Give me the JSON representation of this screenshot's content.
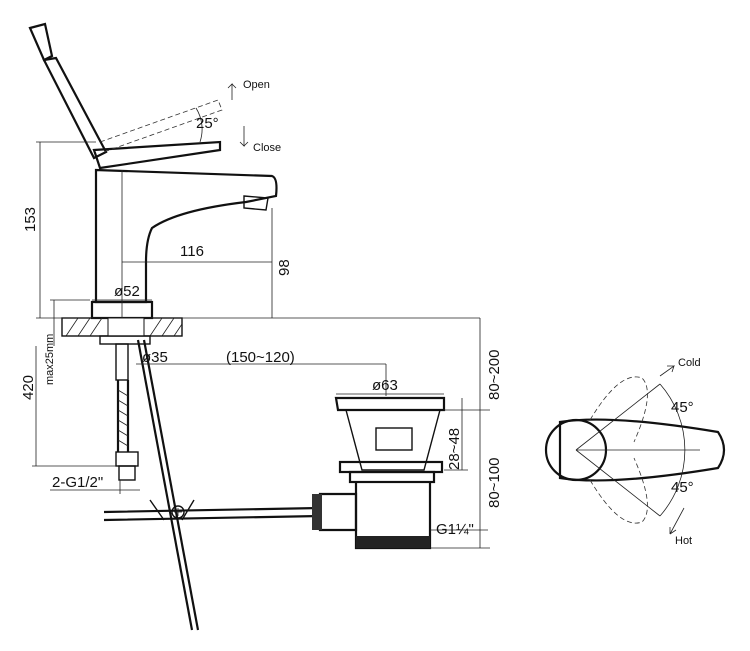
{
  "labels": {
    "open": "Open",
    "close": "Close",
    "angle_lever": "25°",
    "height_total": "153",
    "spout_reach": "116",
    "spout_height": "98",
    "base_diameter": "ø52",
    "hole_diameter": "ø35",
    "waste_offset": "(150~120)",
    "waste_diameter": "ø63",
    "hose_length": "420",
    "max_thickness": "max25mm",
    "waste_range_upper": "80~200",
    "waste_range_lower": "80~100",
    "flange_range": "28~48",
    "inlet_thread": "2-G1/2\"",
    "waste_thread": "G1¼\"",
    "cold": "Cold",
    "hot": "Hot",
    "angle_cold": "45°",
    "angle_hot": "45°"
  }
}
